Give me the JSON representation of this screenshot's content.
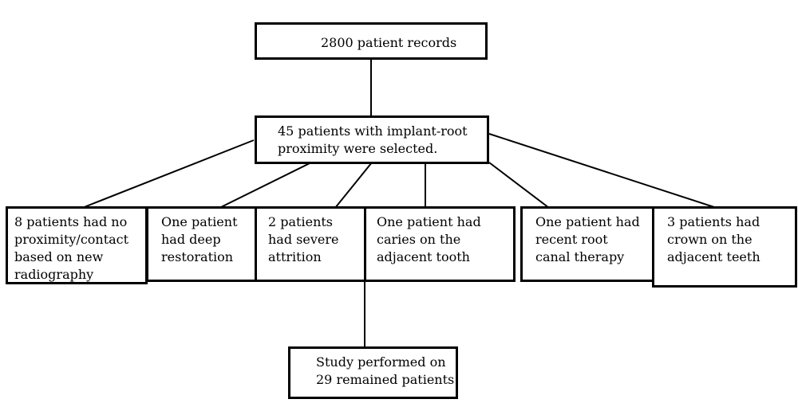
{
  "nodes": {
    "records": "2800 patient records",
    "selected": "45 patients with implant-root\nproximity were selected.",
    "excl_no_proximity": "8 patients had no\nproximity/contact\nbased on new\nradiography",
    "excl_deep_restoration": "One patient\nhad deep\nrestoration",
    "excl_attrition": "2 patients\nhad severe\nattrition",
    "excl_caries": "One patient had\ncaries on the\nadjacent tooth",
    "excl_root_canal": "One patient had\nrecent root\ncanal therapy",
    "excl_crown": "3 patients had\ncrown on the\nadjacent teeth",
    "final": "Study performed on\n29 remained patients"
  }
}
